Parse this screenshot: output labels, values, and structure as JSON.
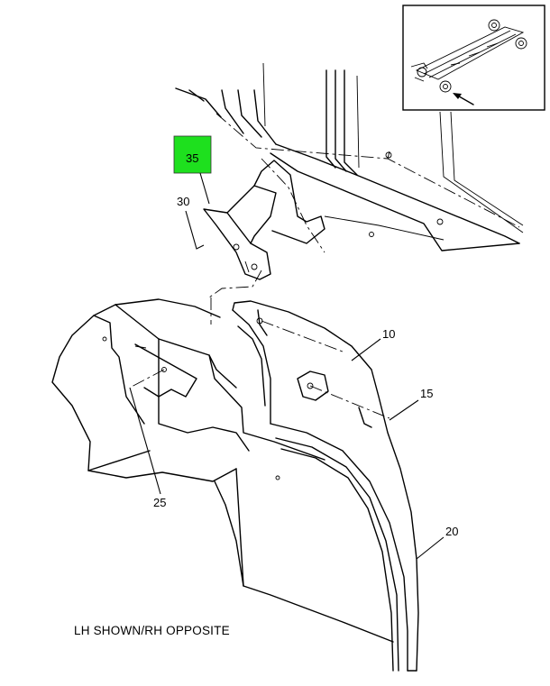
{
  "callouts": {
    "c35": "35",
    "c30": "30",
    "c10": "10",
    "c15": "15",
    "c25": "25",
    "c20": "20"
  },
  "caption": "LH SHOWN/RH OPPOSITE",
  "highlight_color": "#1ee01e"
}
